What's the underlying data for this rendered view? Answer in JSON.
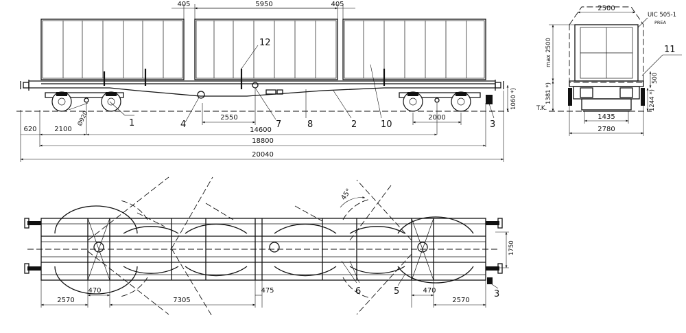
{
  "side_view": {
    "dims": {
      "pitch_a": "405",
      "container_len": "5950",
      "pitch_b": "405",
      "dia": "Ø920",
      "buffer_h": "1060 *)",
      "coupling": "620",
      "overhang": "2100",
      "mid": "2550",
      "bogie_wb": "2000",
      "pivot": "14600",
      "frame": "18800",
      "overall": "20040"
    },
    "callouts": {
      "c1": "1",
      "c2": "2",
      "c3": "3",
      "c4": "4",
      "c7": "7",
      "c8": "8",
      "c10": "10",
      "c12": "12"
    }
  },
  "end_view": {
    "dims": {
      "top_w": "2500",
      "max_h": "max 2500",
      "h500": "500",
      "h1244": "1244 *)",
      "h1381": "1381 *)",
      "tk": "T.K.",
      "gauge": "1435",
      "base_w": "2780"
    },
    "gauge_note": "UIC 505-1",
    "gauge_note_sub": "PREA",
    "callout_11": "11"
  },
  "plan_view": {
    "dims": {
      "end_l": "2570",
      "gap_l": "470",
      "mid_span": "7305",
      "gap_m": "475",
      "gap_r": "470",
      "end_r": "2570",
      "width": "1750",
      "angle": "45°"
    },
    "callouts": {
      "c3": "3",
      "c5": "5",
      "c6": "6"
    }
  }
}
